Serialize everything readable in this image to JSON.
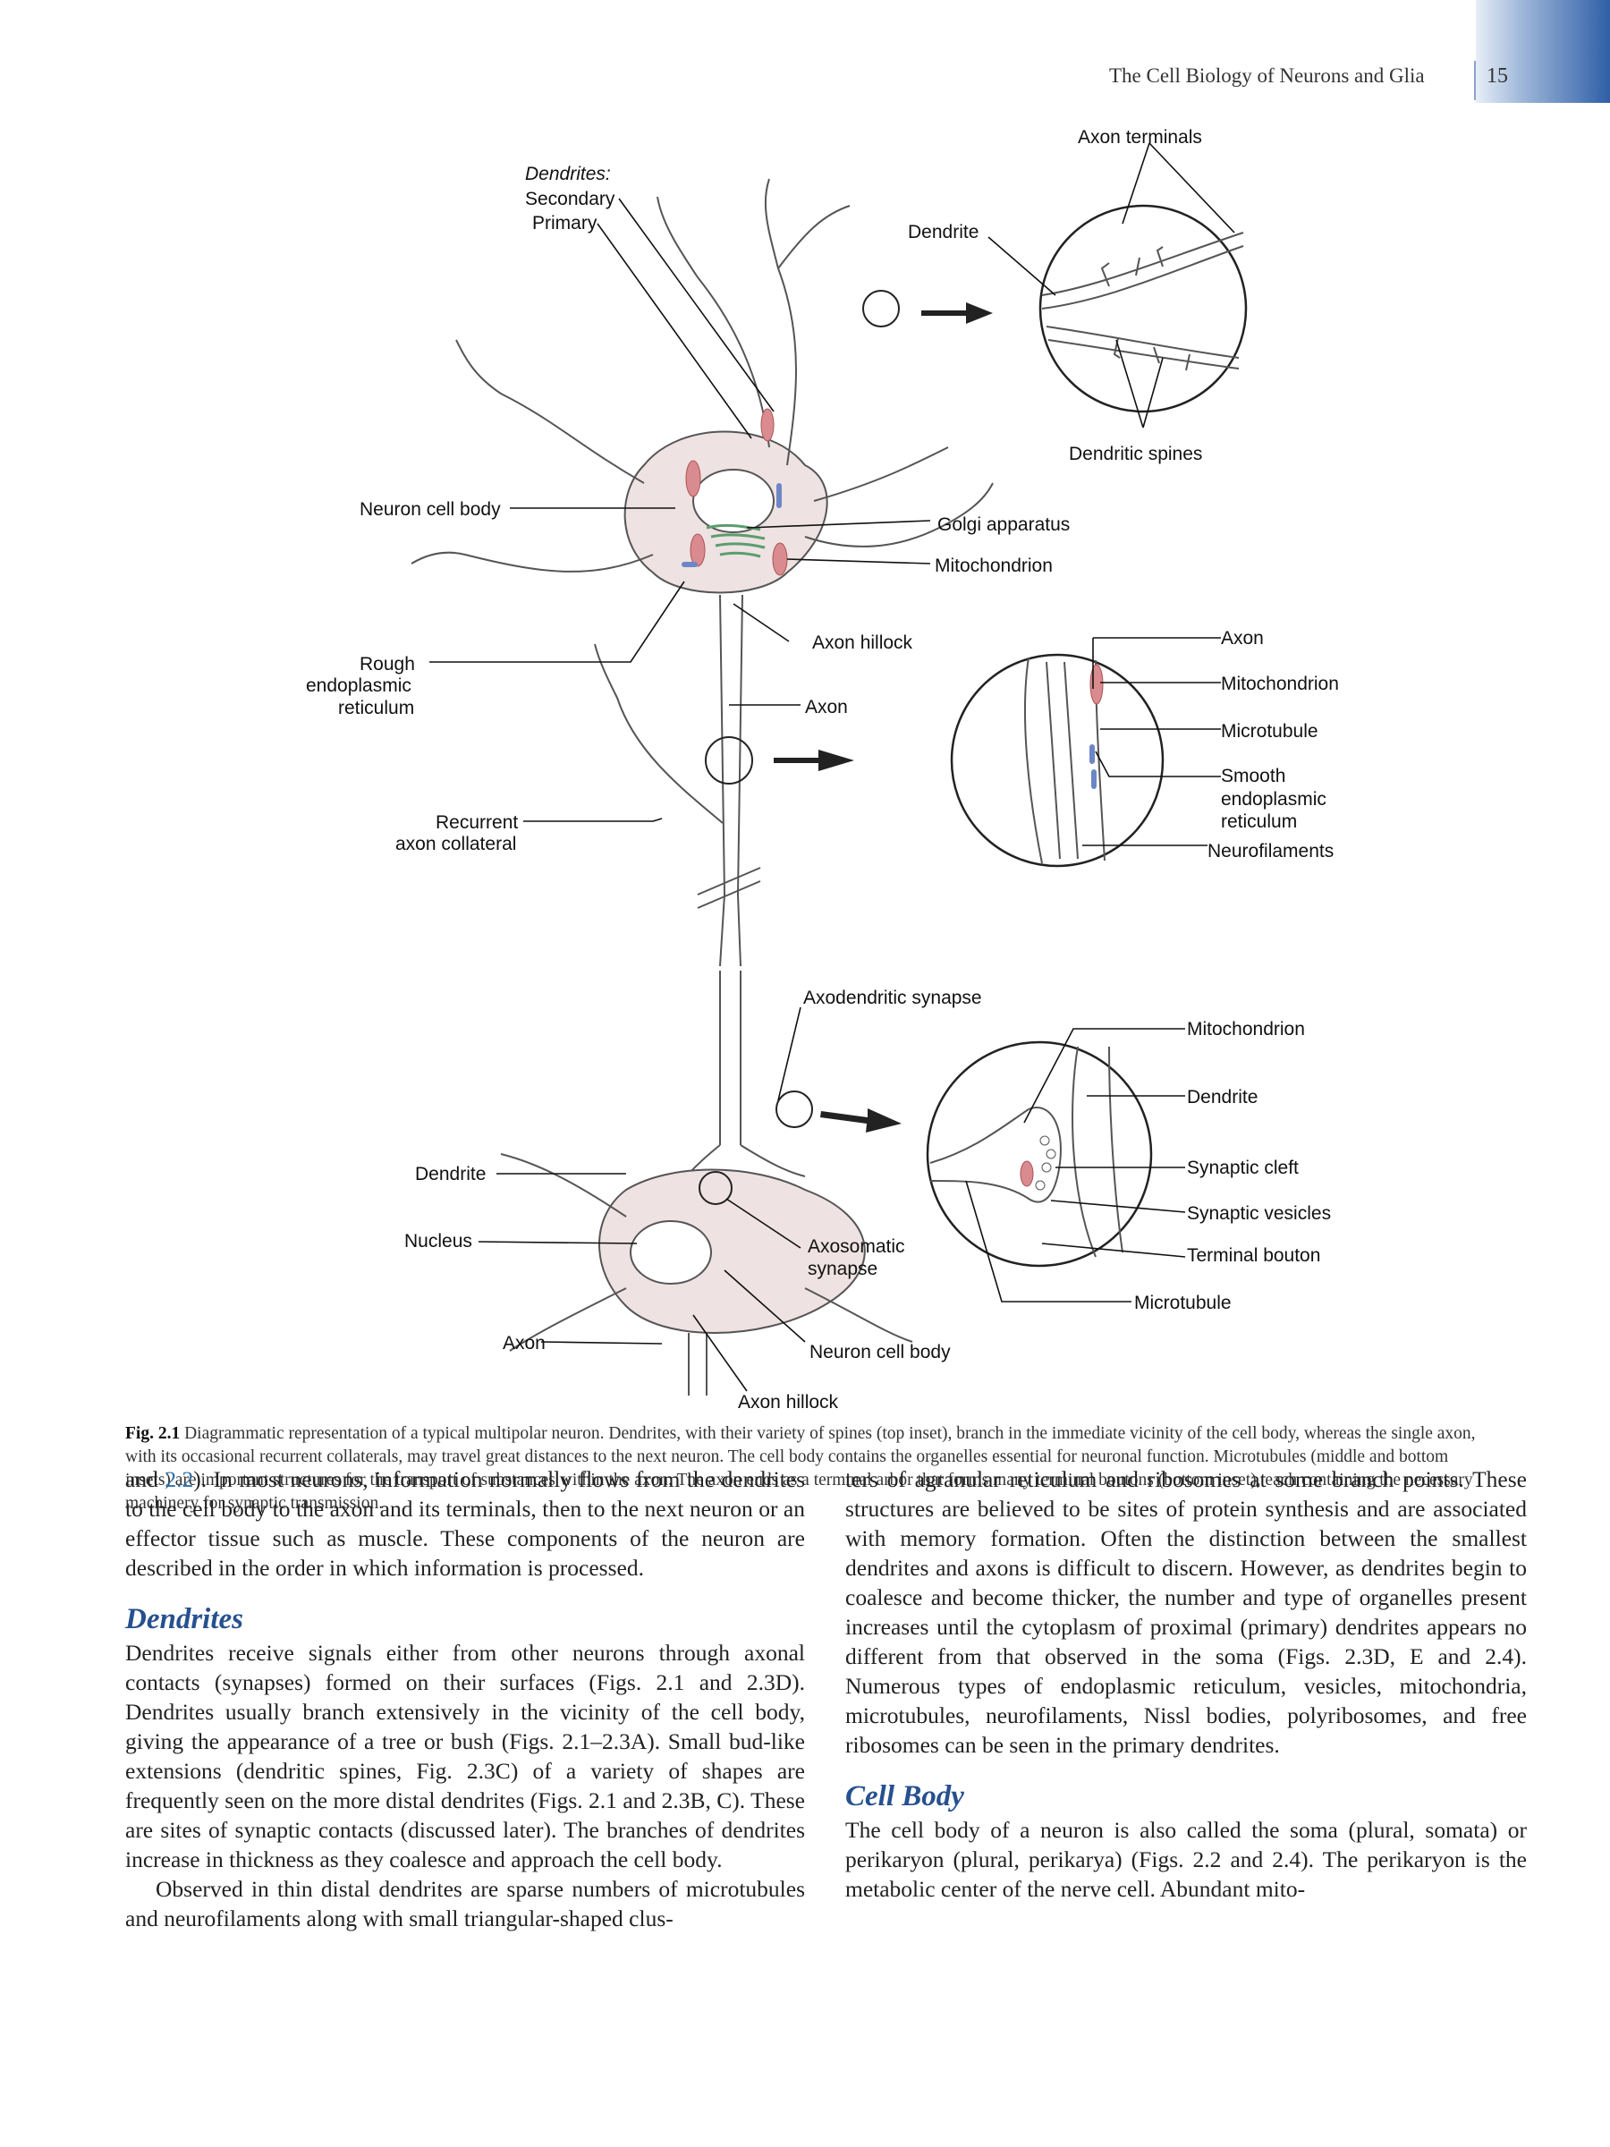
{
  "header": {
    "running_title": "The Cell Biology of Neurons and Glia",
    "page_number": "15"
  },
  "figure": {
    "labels": {
      "axon_terminals": "Axon terminals",
      "dendrites_heading": "Dendrites:",
      "secondary": "Secondary",
      "primary": "Primary",
      "dendrite_top": "Dendrite",
      "dendritic_spines": "Dendritic spines",
      "neuron_cell_body": "Neuron cell body",
      "golgi": "Golgi apparatus",
      "mitochondrion_top": "Mitochondrion",
      "axon_hillock": "Axon hillock",
      "rough_er_1": "Rough",
      "rough_er_2": "endoplasmic",
      "rough_er_3": "reticulum",
      "axon_mid": "Axon",
      "recurrent_1": "Recurrent",
      "recurrent_2": "axon collateral",
      "inset_axon": "Axon",
      "inset_mito": "Mitochondrion",
      "inset_microtubule": "Microtubule",
      "ser_1": "Smooth",
      "ser_2": "endoplasmic",
      "ser_3": "reticulum",
      "neurofilaments": "Neurofilaments",
      "axodendritic": "Axodendritic synapse",
      "bottom_mito": "Mitochondrion",
      "bottom_dendrite": "Dendrite",
      "synaptic_cleft": "Synaptic cleft",
      "synaptic_vesicles": "Synaptic vesicles",
      "terminal_bouton": "Terminal bouton",
      "bottom_microtubule": "Microtubule",
      "dendrite_lower": "Dendrite",
      "nucleus": "Nucleus",
      "axosomatic_1": "Axosomatic",
      "axosomatic_2": "synapse",
      "axon_lower": "Axon",
      "neuron_cell_body_lower": "Neuron cell body",
      "axon_hillock_lower": "Axon hillock"
    },
    "caption_label": "Fig. 2.1",
    "caption_text": " Diagrammatic representation of a typical multipolar neuron. Dendrites, with their variety of spines (top inset), branch in the immediate vicinity of the cell body, whereas the single axon, with its occasional recurrent collaterals, may travel great distances to the next neuron. The cell body contains the organelles essential for neuronal function. Microtubules (middle and bottom insets) are important structures for the transport of substances within the axon. The axon ends as a terminal arbor that forms many terminal boutons (bottom inset), each containing the necessary machinery for synaptic transmission."
  },
  "body": {
    "left_p1_a": "and ",
    "left_p1_ref": "2.2",
    "left_p1_b": "). In most neurons, information normally flows from the dendrites to the cell body to the axon and its terminals, then to the next neuron or an effector tissue such as muscle. These components of the neuron are described in the order in which information is processed.",
    "heading_dendrites": "Dendrites",
    "left_p2": "Dendrites receive signals either from other neurons through axonal contacts (synapses) formed on their surfaces (Figs. 2.1 and 2.3D). Dendrites usually branch extensively in the vicinity of the cell body, giving the appearance of a tree or bush (Figs. 2.1–2.3A). Small bud-like extensions (dendritic spines, Fig. 2.3C) of a variety of shapes are frequently seen on the more distal dendrites (Figs. 2.1 and 2.3B, C). These are sites of synaptic contacts (discussed later). The branches of dendrites increase in thickness as they coalesce and approach the cell body.",
    "left_p3": "Observed in thin distal dendrites are sparse numbers of microtubules and neurofilaments along with small triangular-shaped clus-",
    "right_p1": "ters of agranular reticulum and ribosomes at some branch points. These structures are believed to be sites of protein synthesis and are associated with memory formation. Often the distinction between the smallest dendrites and axons is difficult to discern. However, as dendrites begin to coalesce and become thicker, the number and type of organelles present increases until the cytoplasm of proximal (primary) dendrites appears no different from that observed in the soma (Figs. 2.3D, E and 2.4). Numerous types of endoplasmic reticulum, vesicles, mitochondria, microtubules, neurofilaments, Nissl bodies, polyribosomes, and free ribosomes can be seen in the primary dendrites.",
    "heading_cell_body": "Cell Body",
    "right_p2": "The cell body of a neuron is also called the soma (plural, somata) or perikaryon (plural, perikarya) (Figs. 2.2 and 2.4). The perikaryon is the metabolic center of the nerve cell. Abundant mito-"
  },
  "colors": {
    "heading": "#27508f",
    "link": "#2f6fa7",
    "cell_fill": "#efe2e2",
    "mito": "#d98b8f",
    "ser": "#6d86c6"
  }
}
